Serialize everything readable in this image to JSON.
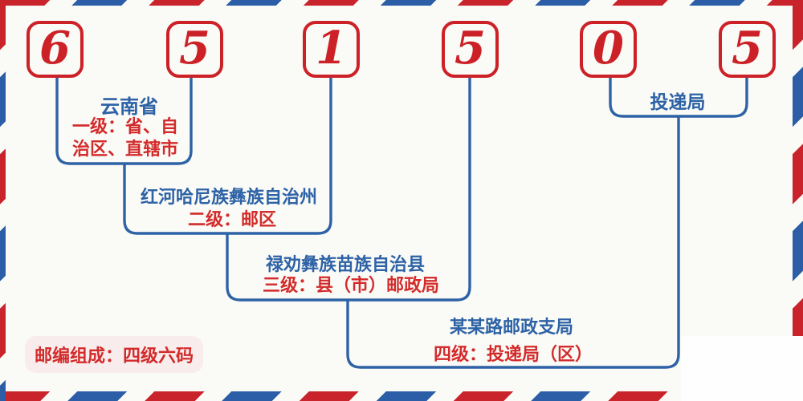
{
  "postal_code": {
    "digits": [
      "6",
      "5",
      "1",
      "5",
      "0",
      "5"
    ]
  },
  "levels": [
    {
      "region": "云南省",
      "desc": "一级：省、自治区、直辖市"
    },
    {
      "region": "红河哈尼族彝族自治州",
      "desc": "二级：邮区"
    },
    {
      "region": "禄劝彝族苗族自治县",
      "desc": "三级：县（市）邮政局"
    },
    {
      "region": "某某路邮政支局",
      "desc": "四级：投递局（区）"
    }
  ],
  "delivery_office_label": "投递局",
  "footer_badge": "邮编组成：四级六码",
  "colors": {
    "stripe_red": "#c9242b",
    "stripe_blue": "#2b5ea6",
    "digit_red": "#cc2127",
    "text_red": "#d32b2b",
    "text_blue": "#2d62a6",
    "connector_blue": "#2d62a6",
    "badge_background": "#f8ecec",
    "page_background": "#fafaf6",
    "corner_cover": "#fefefe"
  }
}
